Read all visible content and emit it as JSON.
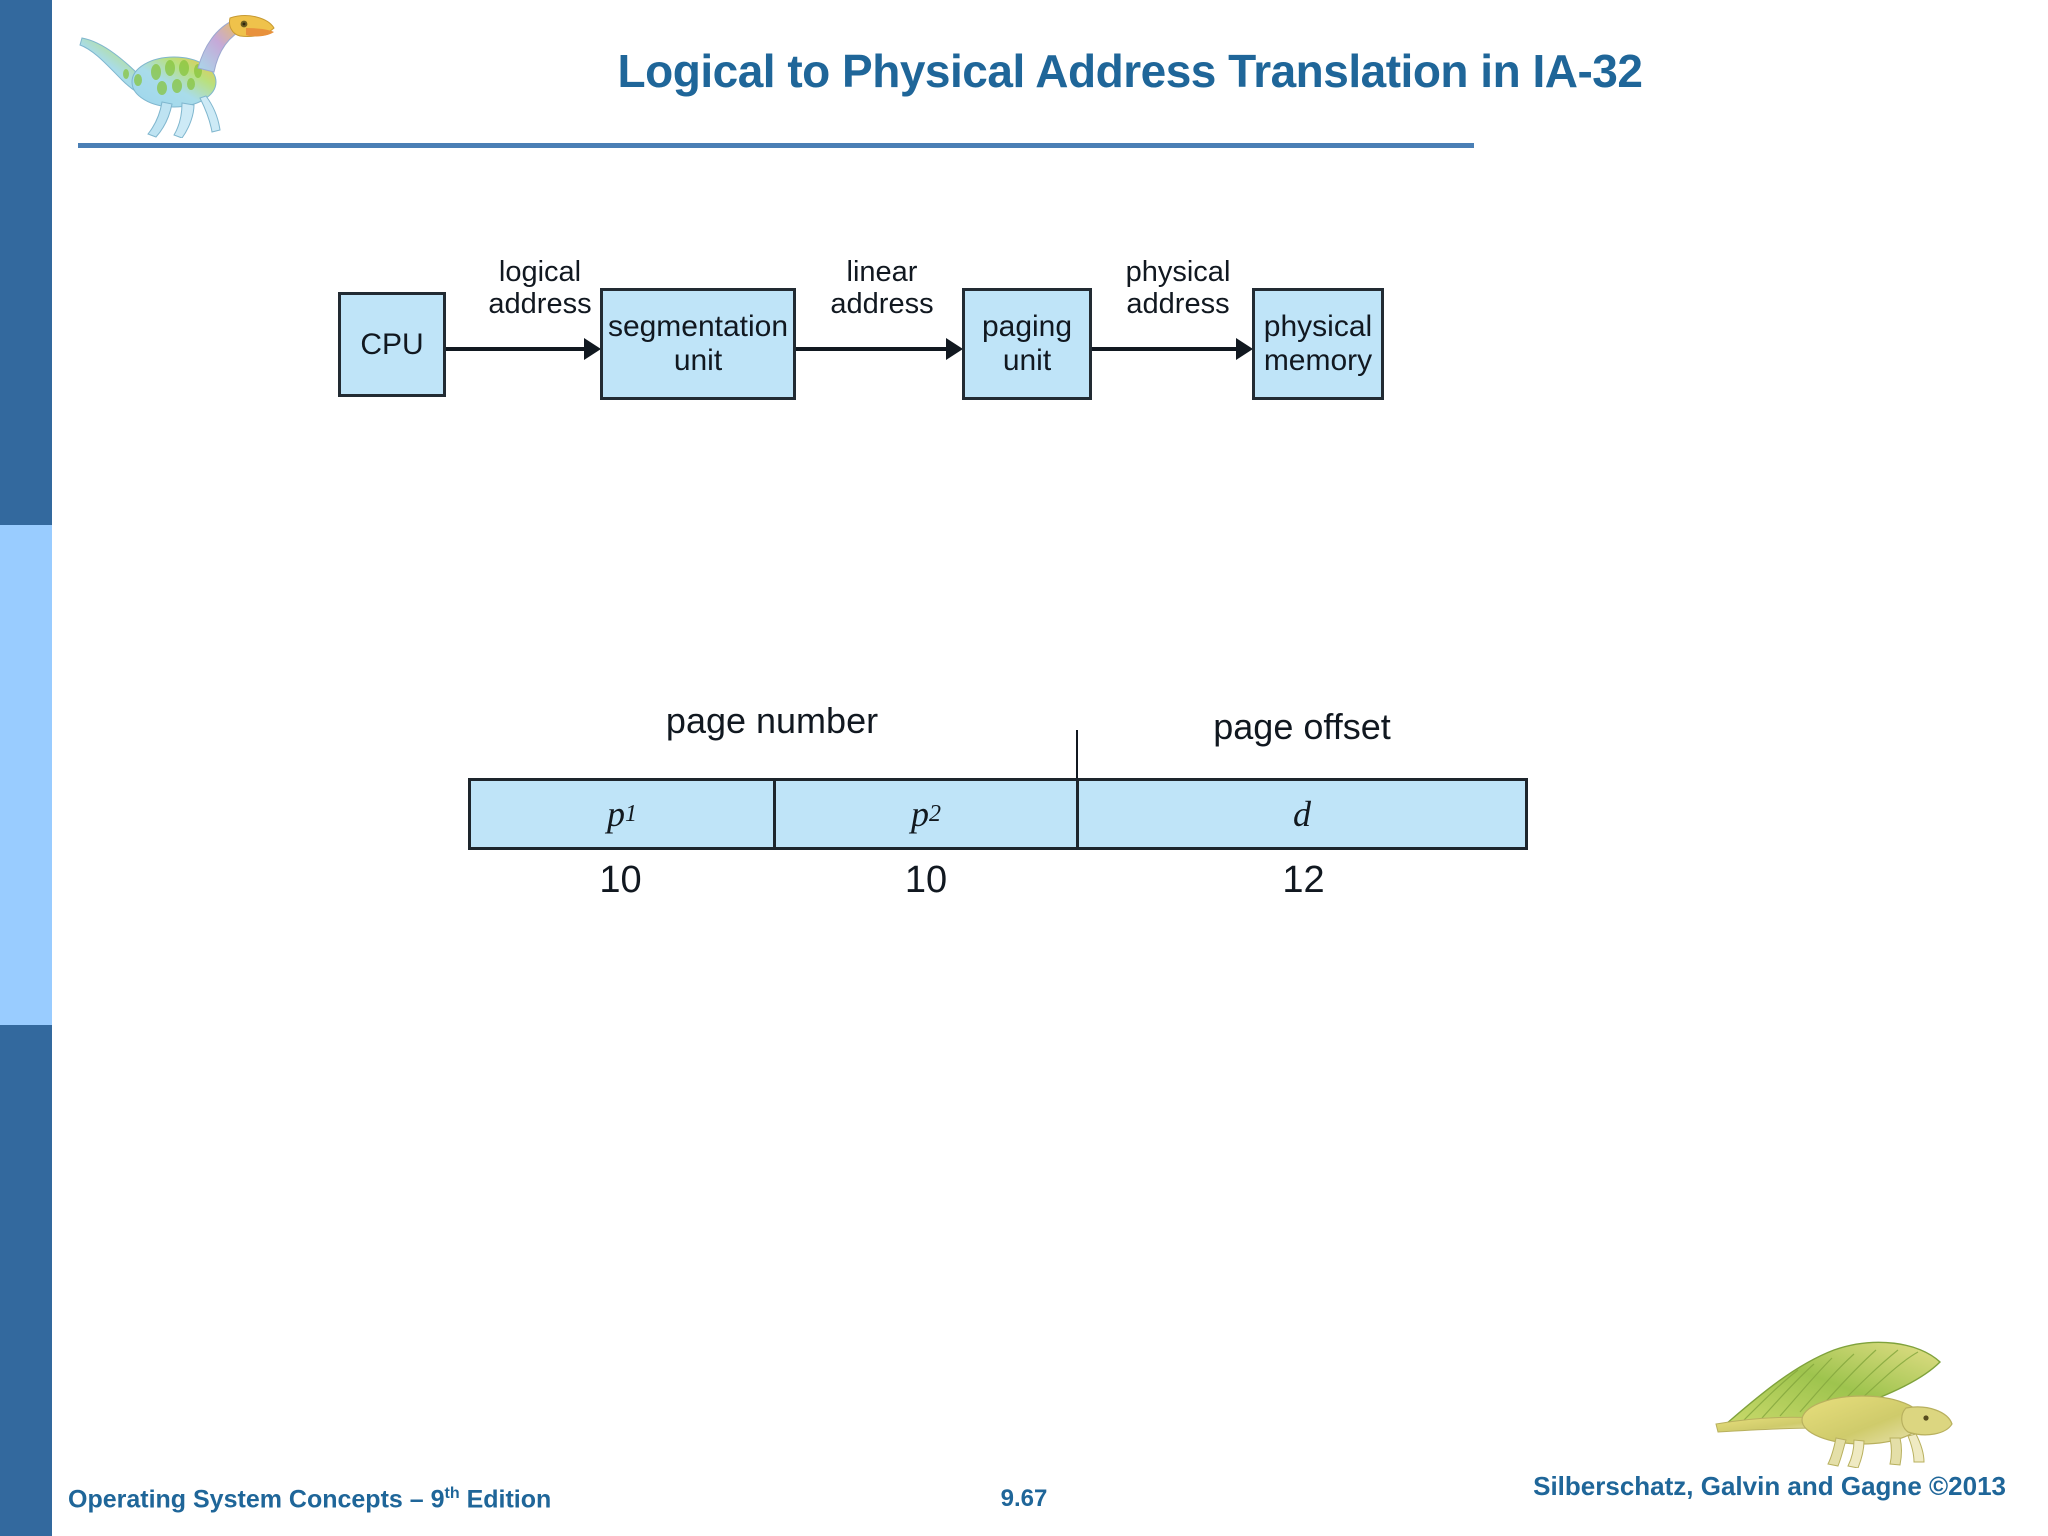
{
  "slide": {
    "title": "Logical to Physical Address Translation in IA-32",
    "title_color": "#1F6699",
    "rail_color_dark": "#33699E",
    "rail_color_light": "#99CCFF",
    "box_fill": "#BFE4F8",
    "box_stroke": "#222B33"
  },
  "header": {
    "logo_name": "dinosaur-logo"
  },
  "pipeline": {
    "boxes": [
      {
        "id": "cpu",
        "label": "CPU"
      },
      {
        "id": "segmentation-unit",
        "label": "segmentation\nunit",
        "line1": "segmentation",
        "line2": "unit"
      },
      {
        "id": "paging-unit",
        "label": "paging\nunit",
        "line1": "paging",
        "line2": "unit"
      },
      {
        "id": "physical-memory",
        "label": "physical\nmemory",
        "line1": "physical",
        "line2": "memory"
      }
    ],
    "arrow_labels": [
      {
        "id": "logical-address",
        "line1": "logical",
        "line2": "address"
      },
      {
        "id": "linear-address",
        "line1": "linear",
        "line2": "address"
      },
      {
        "id": "physical-address",
        "line1": "physical",
        "line2": "address"
      }
    ]
  },
  "address_format": {
    "headers": {
      "page_number": "page number",
      "page_offset": "page offset"
    },
    "fields": [
      {
        "id": "p1",
        "base": "p",
        "subscript": "1",
        "bits": "10"
      },
      {
        "id": "p2",
        "base": "p",
        "subscript": "2",
        "bits": "10"
      },
      {
        "id": "d",
        "base": "d",
        "subscript": "",
        "bits": "12"
      }
    ]
  },
  "footer": {
    "left_prefix": "Operating System Concepts – 9",
    "left_sup": "th",
    "left_suffix": " Edition",
    "page_number": "9.67",
    "right": "Silberschatz, Galvin and Gagne ©2013",
    "logo_name": "dimetrodon-logo"
  }
}
